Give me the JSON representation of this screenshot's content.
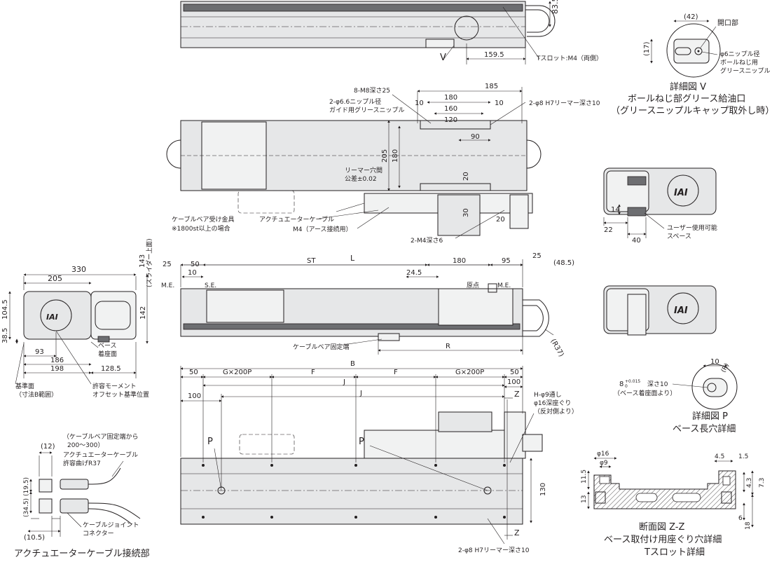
{
  "top_view": {
    "dims": {
      "h83_5": "83.5",
      "d159_5": "159.5"
    },
    "labels": {
      "V": "V",
      "tslot": "Tスロット:M4（両側）"
    }
  },
  "detail_v": {
    "dims": {
      "d42": "(42)",
      "d17": "(17)"
    },
    "labels": {
      "opening": "開口部",
      "nipple_1": "φ6ニップル径",
      "nipple_2": "ボールねじ用",
      "nipple_3": "グリースニップル",
      "title_1": "詳細図 V",
      "title_2": "ボールねじ部グリース給油口",
      "title_3": "（グリースニップルキャップ取外し時）"
    }
  },
  "plan_view": {
    "dims": {
      "d185": "185",
      "d180": "180",
      "d160": "160",
      "d120": "120",
      "d10a": "10",
      "d10b": "10",
      "d90": "90",
      "d205": "205",
      "d180v": "180",
      "d20a": "20",
      "d20b": "20",
      "d30": "30"
    },
    "labels": {
      "m8": "8-M8深さ25",
      "nipple_1": "2-φ6.6ニップル径",
      "nipple_2": "ガイド用グリースニップル",
      "reamer_top": "2-φ8 H7リーマー深さ10",
      "reamer_pitch_1": "リーマー穴間",
      "reamer_pitch_2": "公差±0.02",
      "cable_bracket_1": "ケーブルベア受け金具",
      "cable_bracket_2": "※1800st以上の場合",
      "act_cable": "アクチュエーターケーブル",
      "m4_ground": "M4（アース接続用）",
      "m4_depth": "2-M4深さ6"
    }
  },
  "side_view": {
    "dims": {
      "L": "L",
      "ST": "ST",
      "d25a": "25",
      "d50": "50",
      "d10": "10",
      "d24_5": "24.5",
      "d180": "180",
      "d95": "95",
      "d25b": "25",
      "d48_5": "(48.5)",
      "R": "R",
      "R37": "(R37)"
    },
    "labels": {
      "ME_left": "M.E.",
      "SE": "S.E.",
      "origin": "原点",
      "ME_right": "M.E.",
      "fixed_end": "ケーブルベア固定端"
    }
  },
  "right_views": {
    "dims": {
      "d14": "14",
      "d22": "22",
      "d40": "40"
    },
    "labels": {
      "user_space_1": "ユーザー使用可能",
      "user_space_2": "スペース",
      "logo": "IAI"
    }
  },
  "end_view": {
    "dims": {
      "d330": "330",
      "d205": "205",
      "d143": "143",
      "slider_top": "(スライダー上面)",
      "d104_5": "104.5",
      "d38_5": "38.5",
      "d142": "142",
      "d93": "93",
      "d186": "186",
      "d198": "198",
      "d128_5": "128.5"
    },
    "labels": {
      "base_mount_1": "ベース",
      "base_mount_2": "着座面",
      "ref_1": "基準面",
      "ref_2": "（寸法B範囲）",
      "moment_1": "許容モーメント",
      "moment_2": "オフセット基準位置",
      "logo": "IAI"
    }
  },
  "detail_p": {
    "dims": {
      "d10": "10",
      "R": "(R)"
    },
    "labels": {
      "hole": "8",
      "tol": "+0.015",
      "tol0": "0",
      "hole_depth": "深さ10",
      "hole_ref": "（ベース着座面より）",
      "title_1": "詳細図 P",
      "title_2": "ベース長穴詳細"
    }
  },
  "bottom_view": {
    "dims": {
      "B": "B",
      "d50a": "50",
      "G1": "G×200P",
      "F1": "F",
      "F2": "F",
      "G2": "G×200P",
      "d50b": "50",
      "J1": "J",
      "J2": "J",
      "d100a": "100",
      "d100b": "100",
      "d130": "130",
      "Z1": "Z",
      "Z2": "Z",
      "P1": "P",
      "P2": "P"
    },
    "labels": {
      "h_1": "H-φ9通し",
      "h_2": "φ16深座ぐり",
      "h_3": "（反対側より）",
      "reamer": "2-φ8 H7リーマー深さ10"
    }
  },
  "section_zz": {
    "dims": {
      "d16": "φ16",
      "d9": "φ9",
      "d11_5": "11.5",
      "d13": "13",
      "d4_5": "4.5",
      "d1_5": "1.5",
      "d4_3": "4.3",
      "d7_3": "7.3",
      "d6": "6",
      "d18": "18"
    },
    "labels": {
      "title_1": "断面図 Z-Z",
      "title_2": "ベース取付け用座ぐり穴詳細",
      "title_3": "Tスロット詳細"
    }
  },
  "cable_connection": {
    "dims": {
      "d12": "(12)",
      "d19_5": "(19.5)",
      "d34_5": "(34.5)",
      "d10_5": "(10.5)"
    },
    "labels": {
      "from_fixed_1": "（ケーブルベア固定端から",
      "from_fixed_2": "200〜300）",
      "bend_1": "アクチュエーターケーブル",
      "bend_2": "許容曲げR37",
      "joint_1": "ケーブルジョイント",
      "joint_2": "コネクター",
      "title": "アクチュエーターケーブル接続部"
    }
  }
}
